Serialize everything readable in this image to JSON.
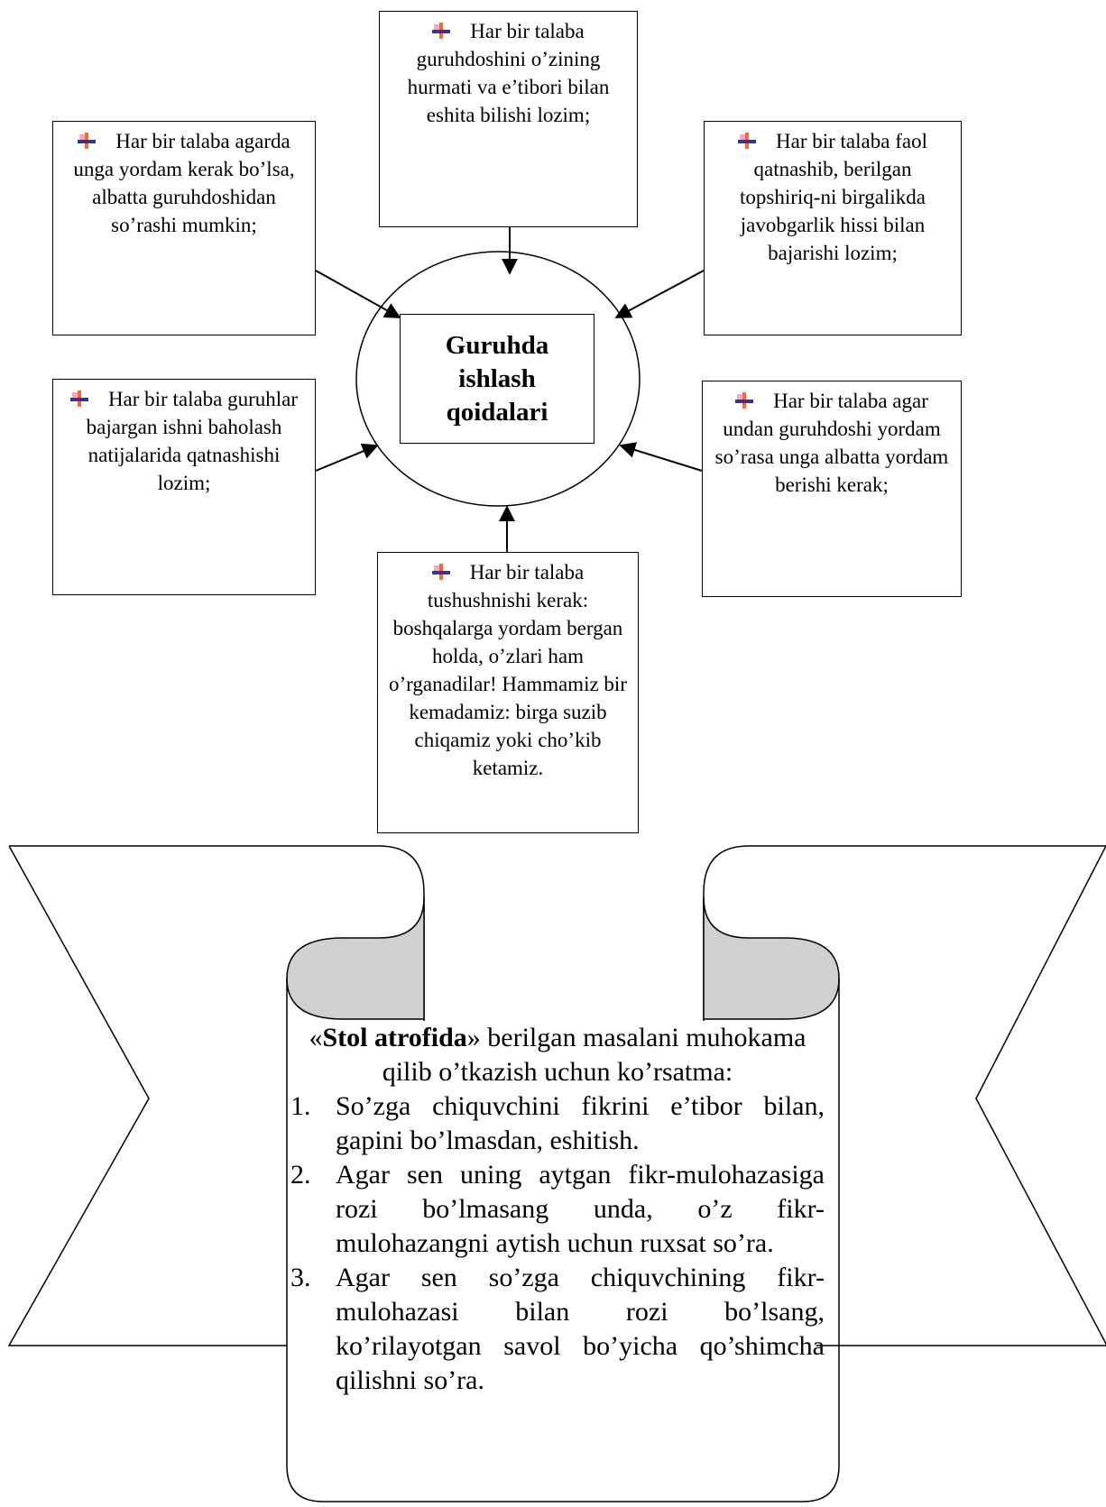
{
  "center_title": {
    "line1": "Guruhda",
    "line2": "ishlash",
    "line3": "qoidalari"
  },
  "rules": {
    "top": "Har bir talaba guruhdoshini o’zining hurmati va e’tibori bilan eshita bilishi lozim;",
    "top_left": "Har bir talaba agarda unga yordam kerak bo’lsa, albatta guruhdoshidan so’rashi mumkin;",
    "top_right": "Har bir talaba faol qatnashib, berilgan topshiriq-ni birgalikda javobgarlik hissi bilan bajarishi lozim;",
    "mid_left": "Har bir talaba guruhlar bajargan ishni baholash natijalarida qatnashishi lozim;",
    "mid_right": "Har bir talaba agar undan guruhdoshi yordam so’rasa unga albatta yordam berishi kerak;",
    "bottom": "Har bir talaba tushushnishi kerak: boshqalarga yordam bergan holda, o’zlari ham o’rganadilar! Hammamiz bir kemadamiz: birga suzib chiqamiz yoki cho’kib ketamiz."
  },
  "scroll": {
    "quote_open": "«",
    "bold_title": "Stol atrofida",
    "intro_rest": "» berilgan masalani muhokama qilib o’tkazish uchun ko’rsatma:",
    "items": [
      {
        "num": "1.",
        "text": "So’zga chiquvchini fikrini e’tibor bilan, gapini bo’lmasdan, eshitish."
      },
      {
        "num": "2.",
        "text": "Agar sen uning aytgan fikr-mulohazasiga rozi bo’lmasang unda, o’z fikr-mulohazangni aytish uchun ruxsat so’ra."
      },
      {
        "num": "3.",
        "text": "Agar sen so’zga chiquvchining fikr-mulohazasi bilan rozi bo’lsang, ko’rilayotgan savol bo’yicha qo’shimcha qilishni so’ra."
      }
    ]
  },
  "colors": {
    "line": "#000000",
    "scroll_fold": "#d0d0d0",
    "bullet_orange": "#f06a3a",
    "bullet_navy": "#2f3a8f"
  },
  "icons": {
    "bullet": "cross-bullet-icon"
  }
}
